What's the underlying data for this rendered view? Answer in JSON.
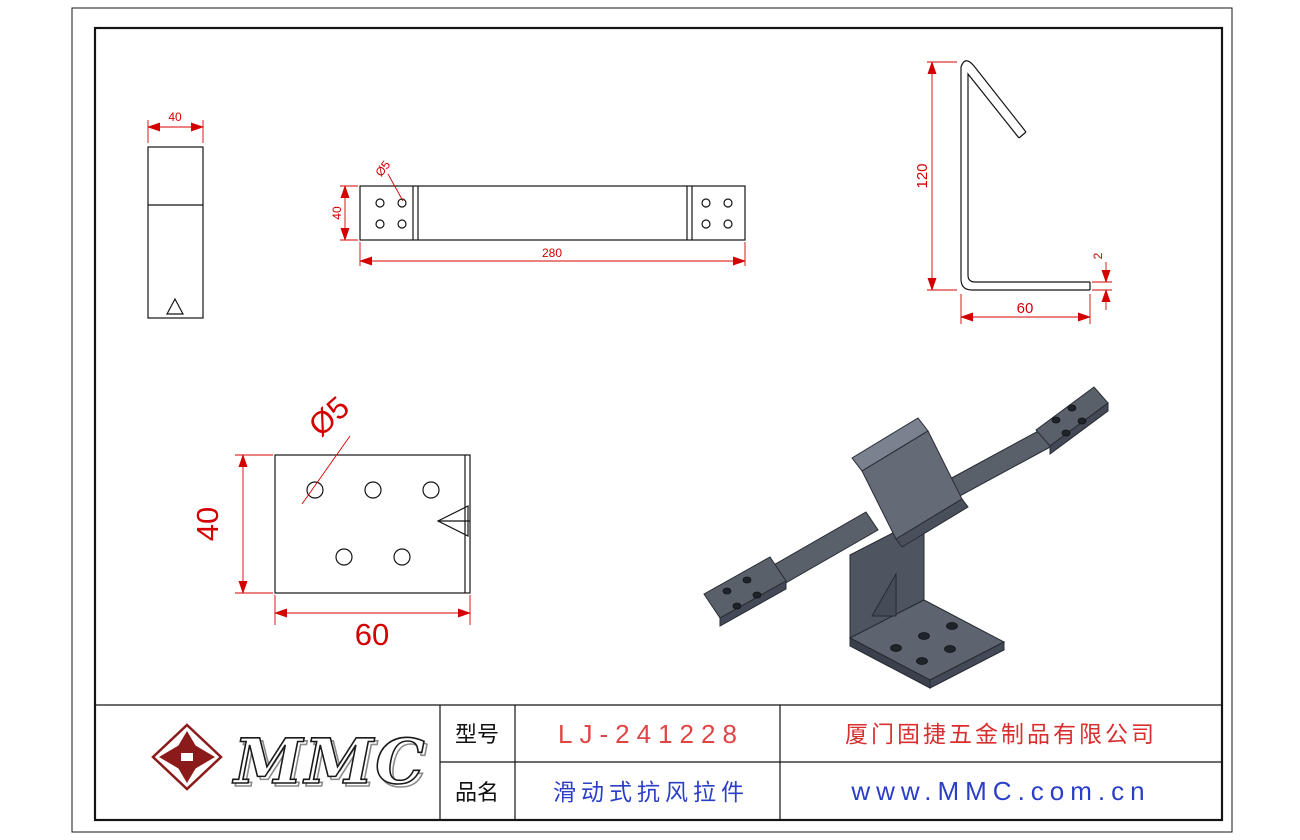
{
  "sheet": {
    "type": "engineering-drawing"
  },
  "title_block": {
    "logo_text": "MMC",
    "model_label": "型号",
    "model_value": "LJ-241228",
    "product_label": "品名",
    "product_value": "滑动式抗风拉件",
    "company_name": "厦门固捷五金制品有限公司",
    "website": "www.MMC.com.cn"
  },
  "dimensions": {
    "side_view_width": "40",
    "strip_hole_dia": "Ø5",
    "strip_width": "40",
    "strip_length": "280",
    "profile_height": "120",
    "profile_width": "60",
    "profile_thickness": "2",
    "plate_hole_dia": "Ø5",
    "plate_height": "40",
    "plate_width": "60"
  },
  "colors": {
    "dimension_red": "#d40000",
    "drawing_black": "#141414",
    "model_value_red": "#e04545",
    "company_red": "#d83030",
    "blue_text": "#2a3ec8",
    "model_3d_gray": "#5d6470"
  }
}
